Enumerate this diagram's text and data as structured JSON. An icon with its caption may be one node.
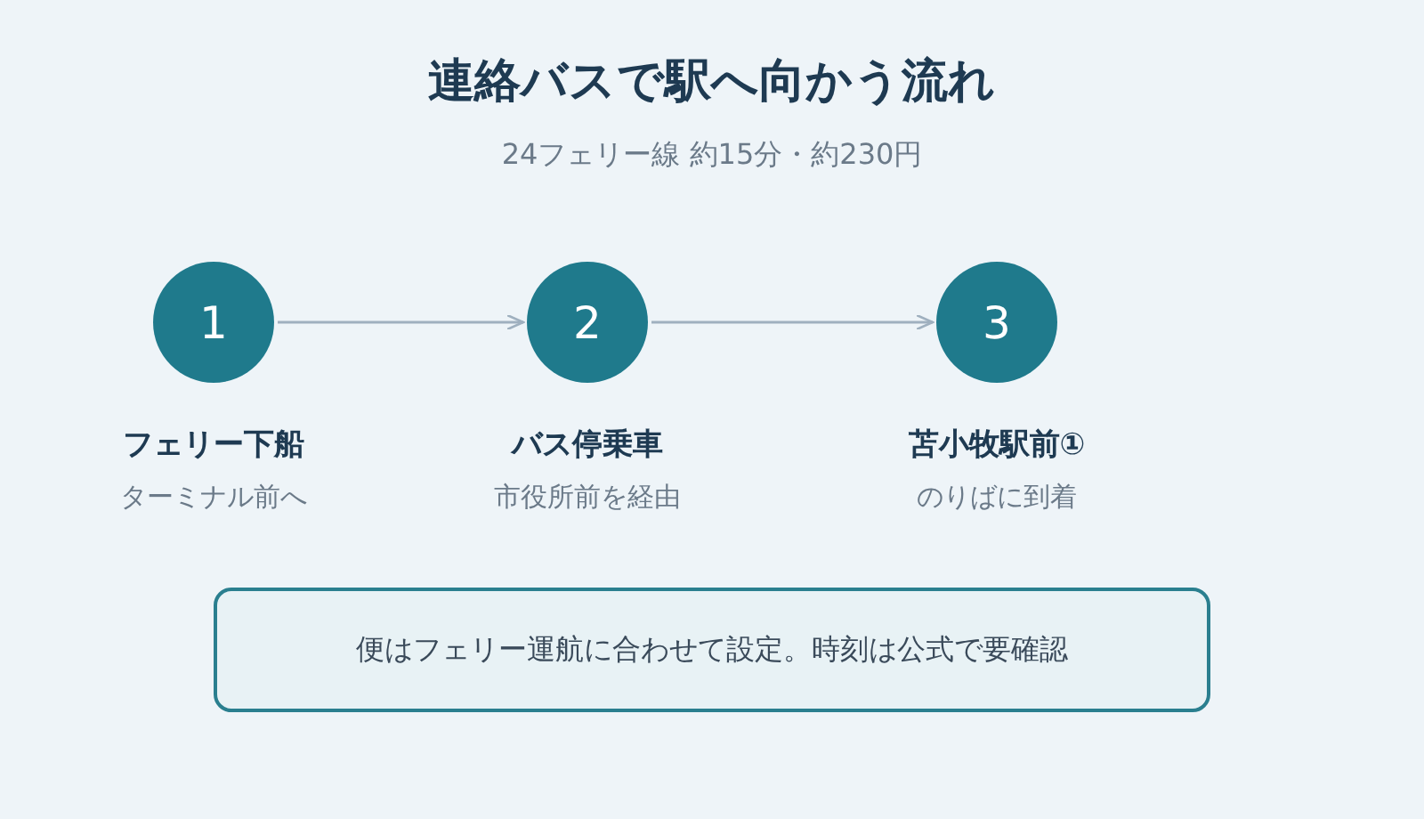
{
  "diagram": {
    "title": "連絡バスで駅へ向かう流れ",
    "caption": "24フェリー線 約15分・約230円",
    "nodes": [
      {
        "text": [
          "1"
        ],
        "beside": [
          "フェリー下船",
          "ターミナル前へ"
        ]
      },
      {
        "text": [
          "2"
        ],
        "beside": [
          "バス停乗車",
          "市役所前を経由"
        ]
      },
      {
        "text": [
          "3"
        ],
        "beside": [
          "苫小牧駅前①",
          "のりばに到着"
        ]
      },
      {
        "text": [
          "便はフェリー運航に合わせて設定。時刻は公式で要確認"
        ]
      }
    ],
    "edges": [
      {
        "from": 0,
        "to": 1,
        "arrow": "to"
      },
      {
        "from": 1,
        "to": 2,
        "arrow": "to"
      }
    ]
  }
}
